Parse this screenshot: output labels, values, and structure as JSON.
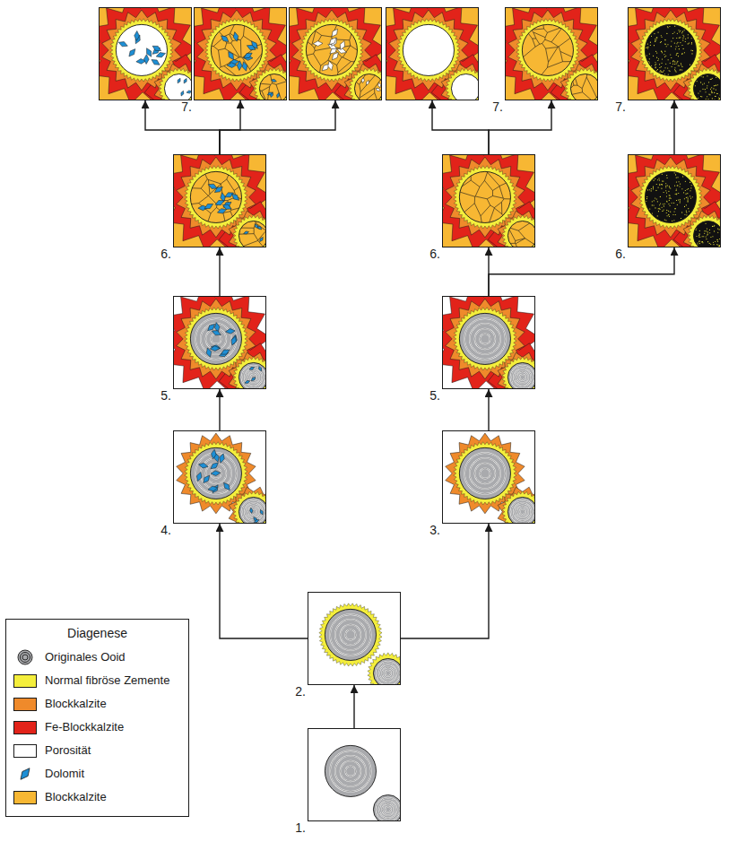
{
  "diagram": {
    "nodes": [
      {
        "text": []
      },
      {
        "text": [
          "7."
        ]
      },
      {
        "text": []
      },
      {
        "text": []
      },
      {
        "text": [
          "7."
        ]
      },
      {
        "text": [
          "7."
        ]
      },
      {
        "text": [
          "6."
        ]
      },
      {
        "text": [
          "6."
        ]
      },
      {
        "text": [
          "6."
        ]
      },
      {
        "text": [
          "5."
        ]
      },
      {
        "text": [
          "5."
        ]
      },
      {
        "text": [
          "4."
        ]
      },
      {
        "text": [
          "3."
        ]
      },
      {
        "text": [
          "2."
        ]
      },
      {
        "text": [
          "1."
        ]
      }
    ],
    "edges": [
      {
        "from": 14,
        "to": 13,
        "arrow": "to"
      },
      {
        "from": 13,
        "to": 11,
        "arrow": "to"
      },
      {
        "from": 13,
        "to": 12,
        "arrow": "to"
      },
      {
        "from": 11,
        "to": 9,
        "arrow": "to"
      },
      {
        "from": 12,
        "to": 10,
        "arrow": "to"
      },
      {
        "from": 9,
        "to": 6,
        "arrow": "to"
      },
      {
        "from": 10,
        "to": 7,
        "arrow": "to"
      },
      {
        "from": 10,
        "to": 8,
        "arrow": "to"
      },
      {
        "from": 6,
        "to": 0,
        "arrow": "to"
      },
      {
        "from": 6,
        "to": 1,
        "arrow": "to"
      },
      {
        "from": 6,
        "to": 2,
        "arrow": "to"
      },
      {
        "from": 7,
        "to": 3,
        "arrow": "to"
      },
      {
        "from": 7,
        "to": 4,
        "arrow": "to"
      },
      {
        "from": 8,
        "to": 5,
        "arrow": "to"
      }
    ],
    "labels": [
      "Diagenese"
    ],
    "legend": [
      {
        "text": "Originales Ooid"
      },
      {
        "text": "Normal fibröse Zemente",
        "color": "#f4ee3c"
      },
      {
        "text": "Blockkalzite",
        "color": "#ef8a2b"
      },
      {
        "text": "Fe-Blockkalzite",
        "color": "#e2231a"
      },
      {
        "text": "Porosität",
        "color": "#ffffff"
      },
      {
        "text": "Dolomit"
      },
      {
        "text": "Blockkalzite",
        "color": "#f7b733"
      }
    ]
  }
}
